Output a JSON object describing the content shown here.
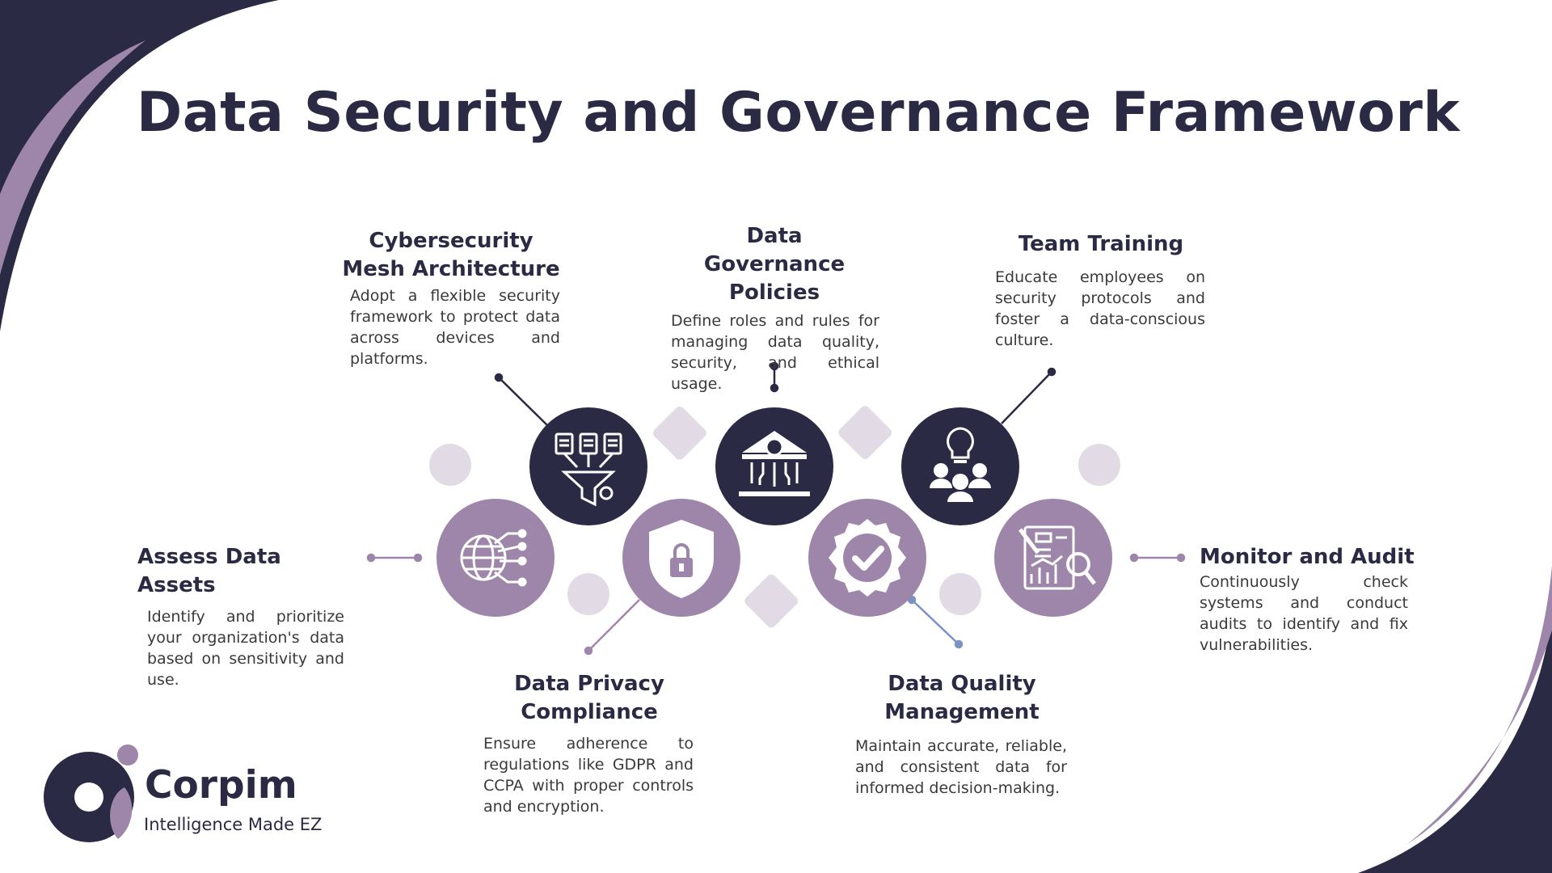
{
  "title": "Data Security and Governance Framework",
  "colors": {
    "dark": "#2b2a45",
    "purple": "#9e86ab",
    "light": "#e2dbe6",
    "line": "#7a93c6"
  },
  "items": [
    {
      "id": "cybersecurity-mesh",
      "title": "Cybersecurity Mesh Architecture",
      "description": "Adopt a flexible security framework to protect data across devices and platforms.",
      "icon": "document-funnel-icon"
    },
    {
      "id": "data-governance",
      "title": "Data Governance Policies",
      "description": "Define roles and rules for managing data quality, security, and ethical usage.",
      "icon": "institution-circuit-icon"
    },
    {
      "id": "team-training",
      "title": "Team Training",
      "description": "Educate employees on security protocols and foster a data-conscious culture.",
      "icon": "lightbulb-team-icon"
    },
    {
      "id": "assess-data-assets",
      "title": "Assess Data Assets",
      "description": "Identify and prioritize your organization's data based on sensitivity and use.",
      "icon": "globe-network-icon"
    },
    {
      "id": "monitor-audit",
      "title": "Monitor and Audit",
      "description": "Continuously check systems and conduct audits to identify and fix vulnerabilities.",
      "icon": "report-magnifier-icon"
    },
    {
      "id": "data-privacy",
      "title": "Data Privacy Compliance",
      "description": "Ensure adherence to regulations like GDPR and CCPA with proper controls and encryption.",
      "icon": "shield-lock-icon"
    },
    {
      "id": "data-quality",
      "title": "Data Quality Management",
      "description": "Maintain accurate, reliable, and consistent data for informed decision-making.",
      "icon": "badge-check-icon"
    }
  ],
  "logo": {
    "name": "Corpim",
    "tagline": "Intelligence Made EZ"
  }
}
